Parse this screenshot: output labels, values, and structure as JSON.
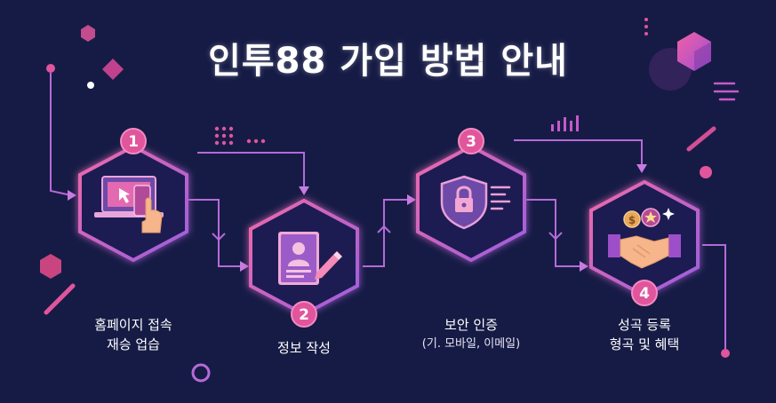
{
  "title": "인투88 가입 방법 안내",
  "steps": [
    {
      "number": "1",
      "label_line1": "홈페이지 접속",
      "label_line2": "재승 업습",
      "icon": "laptop-touch-icon"
    },
    {
      "number": "2",
      "label_line1": "정보 작성",
      "label_line2": "",
      "icon": "document-pen-icon"
    },
    {
      "number": "3",
      "label_line1": "보안 인증",
      "label_line2": "(기. 모바일, 이메일)",
      "icon": "shield-lock-icon"
    },
    {
      "number": "4",
      "label_line1": "성곡 등록",
      "label_line2": "형곡 및 혜택",
      "icon": "handshake-coin-icon"
    }
  ],
  "colors": {
    "background": "#161b45",
    "accent_pink": "#e0559b",
    "accent_purple": "#9b5fd6",
    "line": "#b66ad8"
  }
}
